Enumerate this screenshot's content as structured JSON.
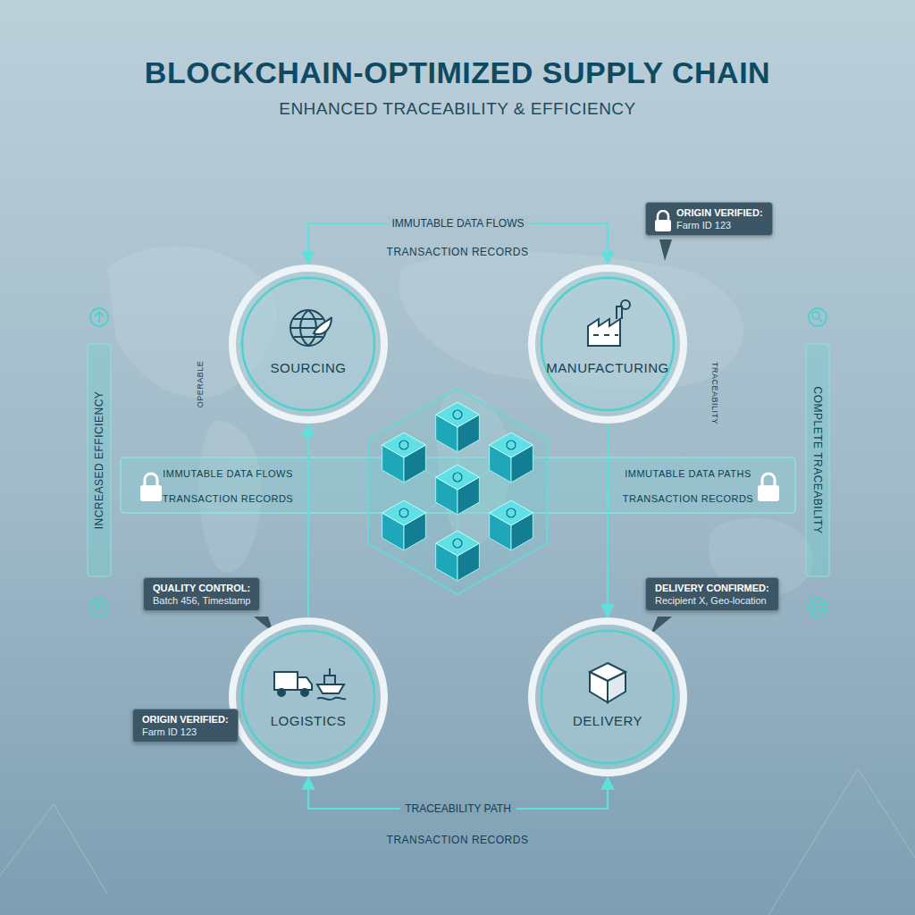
{
  "diagram": {
    "title": "BLOCKCHAIN-OPTIMIZED SUPPLY CHAIN",
    "nodes": [
      {
        "text": [
          "ORIGIN VERIFIED:",
          "Farm ID 123"
        ]
      },
      {
        "text": [
          "SOURCING"
        ]
      },
      {
        "text": [
          "MANUFACTURING"
        ]
      },
      {
        "text": [
          "QUALITY CONTROL:",
          "Batch 456, Timestamp"
        ]
      },
      {
        "text": [
          "DELIVERY CONFIRMED:",
          "Recipient X, Geo-location"
        ]
      },
      {
        "text": [
          "LOGISTICS"
        ]
      },
      {
        "text": [
          "DELIVERY"
        ]
      },
      {
        "text": [
          "ORIGIN VERIFIED:",
          "Farm ID 123"
        ]
      }
    ],
    "edges": [
      {
        "from": 1,
        "to": 2,
        "arrow": "both",
        "label": "IMMUTABLE DATA FLOWS"
      },
      {
        "from": 2,
        "to": 6,
        "arrow": "to"
      },
      {
        "from": 5,
        "to": 6,
        "arrow": "both",
        "label": "TRACEABILITY PATH"
      },
      {
        "from": 5,
        "to": 1,
        "arrow": "to"
      }
    ],
    "labels": [
      "ENHANCED TRACEABILITY & EFFICIENCY",
      "TRANSACTION RECORDS",
      "OPERABLE",
      "TRACEABILITY",
      "INCREASED EFFICIENCY",
      "IMMUTABLE DATA FLOWS",
      "TRANSACTION RECORDS",
      "IMMUTABLE DATA PATHS",
      "TRANSACTION RECORDS",
      "COMPLETE TRACEABILITY",
      "TRANSACTION RECORDS"
    ]
  }
}
